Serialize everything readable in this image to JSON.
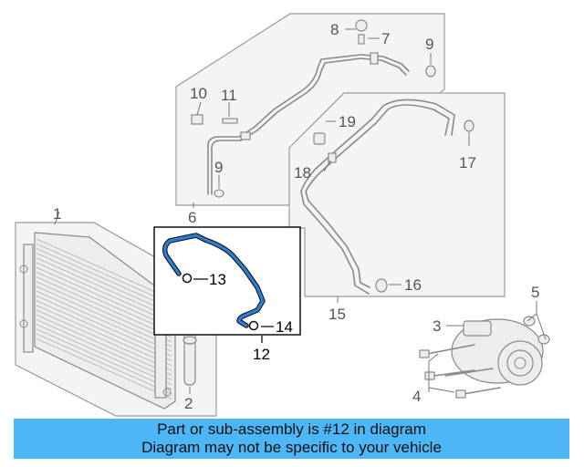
{
  "diagram": {
    "callouts": {
      "c1": "1",
      "c2": "2",
      "c3": "3",
      "c4": "4",
      "c5": "5",
      "c6": "6",
      "c7": "7",
      "c8": "8",
      "c9a": "9",
      "c9b": "9",
      "c10": "10",
      "c11": "11",
      "c12": "12",
      "c13": "13",
      "c14": "14",
      "c15": "15",
      "c16": "16",
      "c17": "17",
      "c18": "18",
      "c19": "19"
    },
    "highlight_color": "#2b7fd6"
  },
  "banner": {
    "line1": "Part or sub-assembly is #12 in diagram",
    "line2": "Diagram may not be specific to your vehicle",
    "background": "#4db6f7"
  }
}
